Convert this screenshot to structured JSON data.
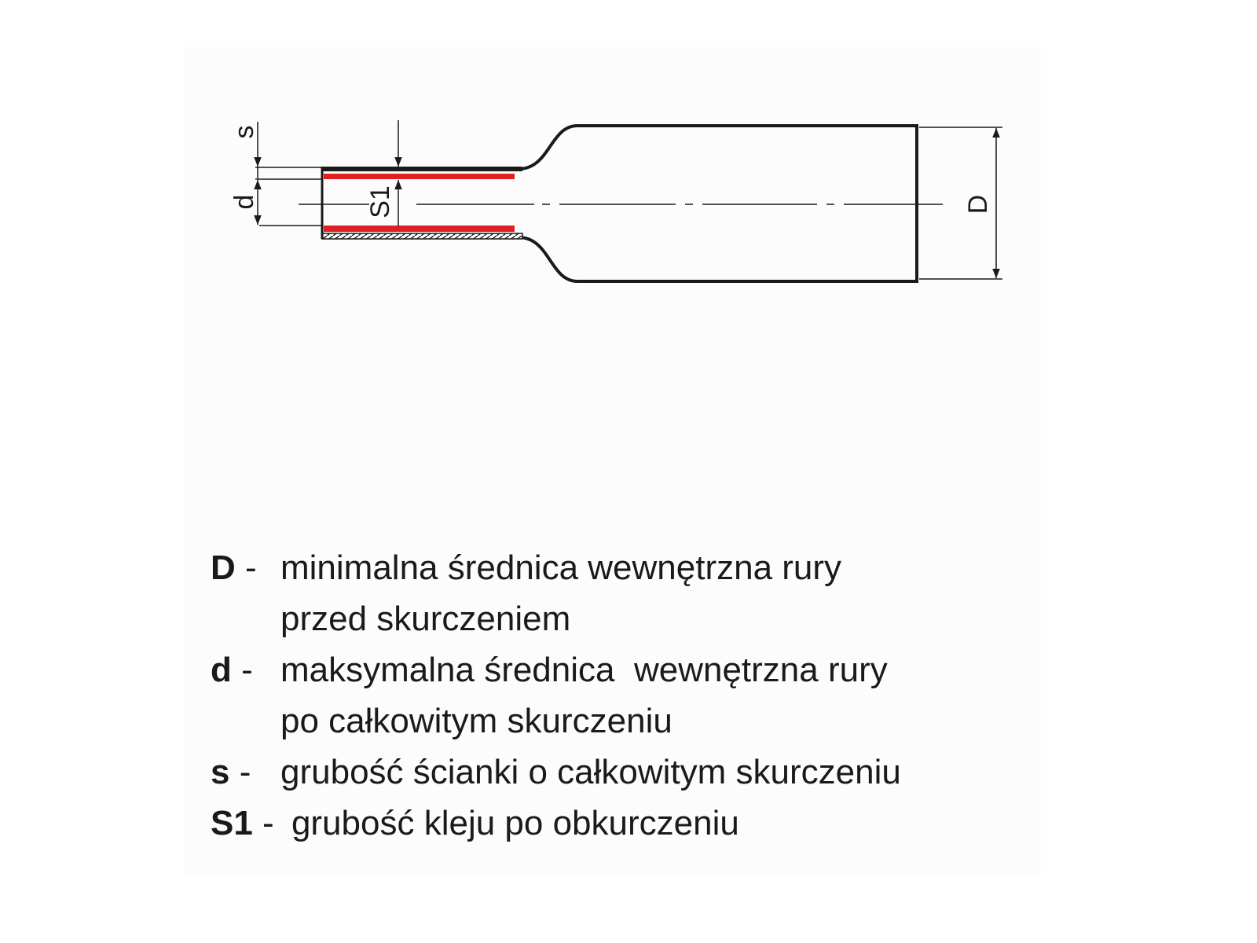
{
  "diagram": {
    "labels": {
      "s": "s",
      "d": "d",
      "S1": "S1",
      "D": "D"
    },
    "colors": {
      "adhesive": "#e02020",
      "outline": "#1a1a1a"
    }
  },
  "legend": [
    {
      "key": "D",
      "sep": " - ",
      "lines": [
        "minimalna średnica wewnętrzna rury",
        "przed skurczeniem"
      ]
    },
    {
      "key": "d",
      "sep": " - ",
      "lines": [
        "maksymalna średnica  wewnętrzna rury",
        "po całkowitym skurczeniu"
      ]
    },
    {
      "key": "s",
      "sep": " - ",
      "lines": [
        "grubość ścianki o całkowitym skurczeniu"
      ]
    },
    {
      "key": "S1",
      "sep": " - ",
      "lines": [
        "grubość kleju po obkurczeniu"
      ]
    }
  ]
}
